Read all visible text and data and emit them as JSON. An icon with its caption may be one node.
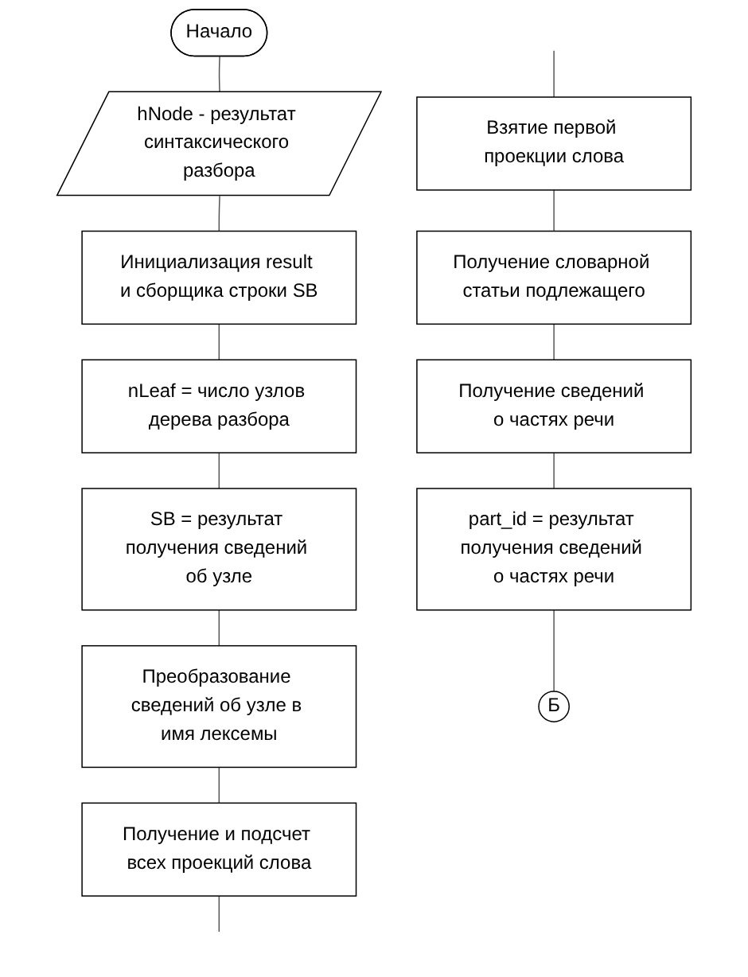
{
  "diagram": {
    "nodes": [
      {
        "text": [
          "Начало"
        ]
      },
      {
        "text": [
          "hNode - результат синтаксического разбора"
        ]
      },
      {
        "text": [
          "Инициализация result и сборщика строки SB"
        ]
      },
      {
        "text": [
          "nLeaf = число узлов дерева разбора"
        ]
      },
      {
        "text": [
          "SB = результат получения сведений об узле"
        ]
      },
      {
        "text": [
          "Преобразование сведений об узле в имя лексемы"
        ]
      },
      {
        "text": [
          "Получение и подсчет всех проекций слова"
        ]
      },
      {
        "text": [
          "Взятие первой проекции слова"
        ]
      },
      {
        "text": [
          "Получение словарной статьи подлежащего"
        ]
      },
      {
        "text": [
          "Получение сведений о частях речи"
        ]
      },
      {
        "text": [
          "part_id = результат получения сведений о частях речи"
        ]
      },
      {
        "text": [
          "Б"
        ]
      }
    ],
    "edges": [
      {
        "from": 0,
        "to": 1,
        "arrow": "none"
      },
      {
        "from": 1,
        "to": 2,
        "arrow": "none"
      },
      {
        "from": 2,
        "to": 3,
        "arrow": "none"
      },
      {
        "from": 3,
        "to": 4,
        "arrow": "none"
      },
      {
        "from": 4,
        "to": 5,
        "arrow": "none"
      },
      {
        "from": 5,
        "to": 6,
        "arrow": "none"
      },
      {
        "from": 6,
        "to": null,
        "arrow": "none"
      },
      {
        "from": null,
        "to": 7,
        "arrow": "none"
      },
      {
        "from": 7,
        "to": 8,
        "arrow": "none"
      },
      {
        "from": 8,
        "to": 9,
        "arrow": "none"
      },
      {
        "from": 9,
        "to": 10,
        "arrow": "none"
      },
      {
        "from": 10,
        "to": 11,
        "arrow": "none"
      }
    ]
  }
}
